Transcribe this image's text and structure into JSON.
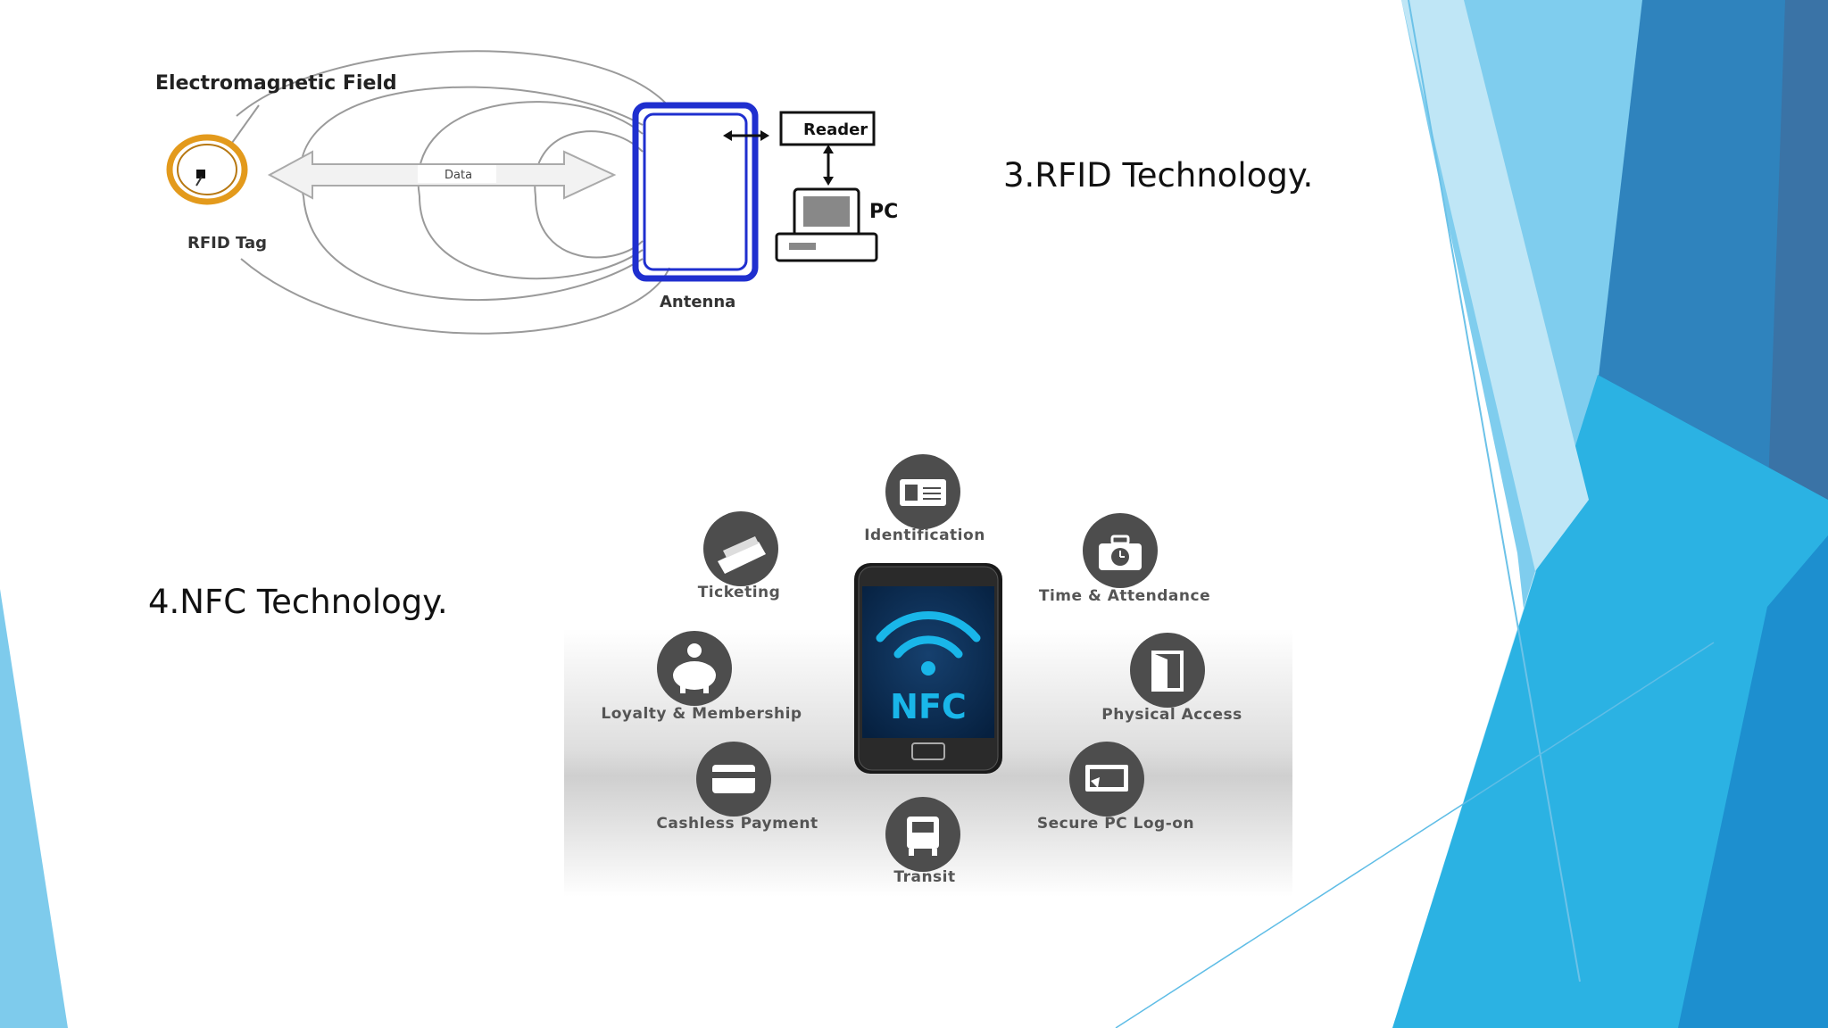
{
  "slide": {
    "rfid_title": "3.RFID Technology.",
    "nfc_title": "4.NFC Technology."
  },
  "rfid_diagram": {
    "field_label": "Electromagnetic Field",
    "tag_label": "RFID Tag",
    "data_label": "Data",
    "antenna_label": "Antenna",
    "reader_label": "Reader",
    "pc_label": "PC"
  },
  "nfc_diagram": {
    "center_label": "NFC",
    "items": [
      {
        "label": "Identification",
        "icon": "id-card-icon"
      },
      {
        "label": "Ticketing",
        "icon": "ticket-icon"
      },
      {
        "label": "Time & Attendance",
        "icon": "clock-briefcase-icon"
      },
      {
        "label": "Loyalty & Membership",
        "icon": "piggy-bank-icon"
      },
      {
        "label": "Physical Access",
        "icon": "door-icon"
      },
      {
        "label": "Cashless Payment",
        "icon": "credit-card-icon"
      },
      {
        "label": "Secure PC Log-on",
        "icon": "monitor-icon"
      },
      {
        "label": "Transit",
        "icon": "bus-icon"
      }
    ]
  },
  "colors": {
    "accent_dark": "#2a6fa8",
    "accent_mid": "#2ba6df",
    "accent_light": "#8dd3ef",
    "antenna_blue": "#1f2fcf",
    "tag_orange": "#e39a1c",
    "icon_gray": "#4d4d4d"
  }
}
